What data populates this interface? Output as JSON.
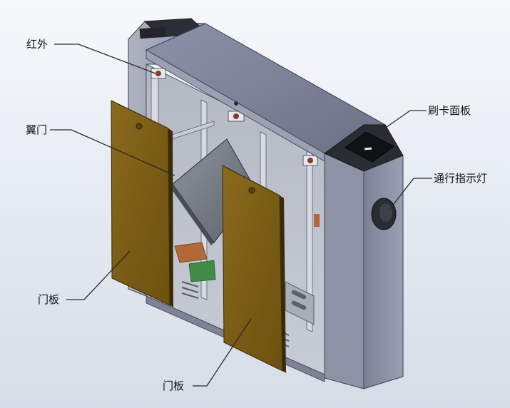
{
  "callouts": {
    "infrared": "红外",
    "wing_gate": "翼门",
    "card_panel": "刷卡面板",
    "pass_light": "通行指示灯",
    "door_panel_left": "门板",
    "door_panel_bottom": "门板"
  }
}
